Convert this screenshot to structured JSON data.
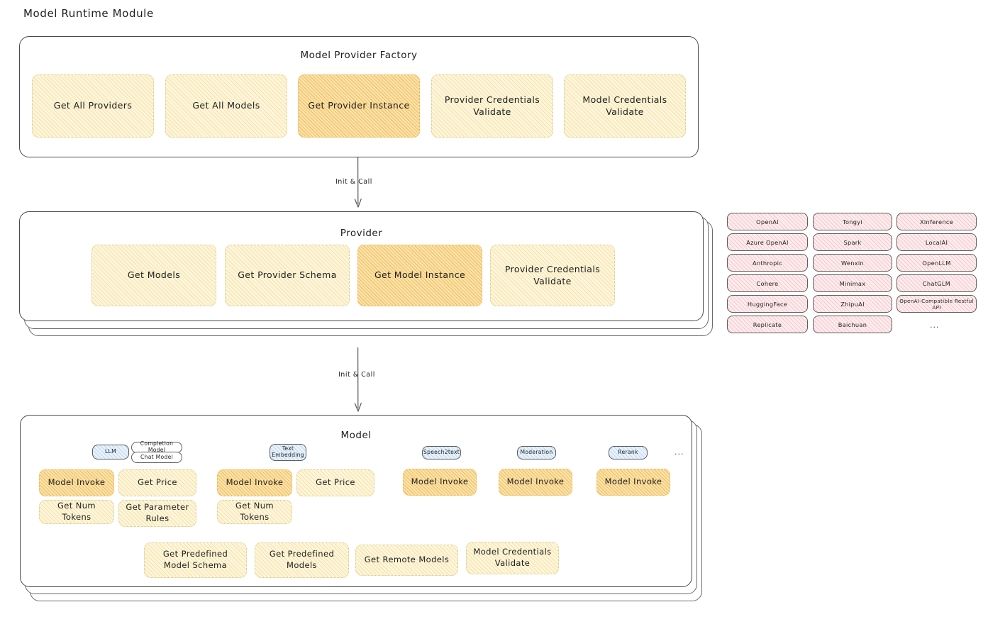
{
  "page": {
    "title": "Model Runtime Module"
  },
  "factory": {
    "title": "Model Provider Factory",
    "boxes": [
      {
        "label": "Get All Providers",
        "highlight": false
      },
      {
        "label": "Get All Models",
        "highlight": false
      },
      {
        "label": "Get Provider Instance",
        "highlight": true
      },
      {
        "label": "Provider Credentials Validate",
        "highlight": false
      },
      {
        "label": "Model Credentials Validate",
        "highlight": false
      }
    ]
  },
  "arrows": [
    {
      "label": "Init & Call"
    },
    {
      "label": "Init & Call"
    }
  ],
  "provider": {
    "title": "Provider",
    "boxes": [
      {
        "label": "Get Models",
        "highlight": false
      },
      {
        "label": "Get Provider Schema",
        "highlight": false
      },
      {
        "label": "Get Model Instance",
        "highlight": true
      },
      {
        "label": "Provider Credentials Validate",
        "highlight": false
      }
    ]
  },
  "provider_list": {
    "columns": [
      [
        "OpenAI",
        "Azure OpenAI",
        "Anthropic",
        "Cohere",
        "HuggingFace",
        "Replicate"
      ],
      [
        "Tongyi",
        "Spark",
        "Wenxin",
        "Minimax",
        "ZhipuAI",
        "Baichuan"
      ],
      [
        "Xinference",
        "LocalAI",
        "OpenLLM",
        "ChatGLM",
        "OpenAI-Compatible Restful API"
      ]
    ],
    "more": "..."
  },
  "model": {
    "title": "Model",
    "more": "...",
    "types": [
      {
        "badge": "LLM",
        "sub_badges": [
          "Completion Model",
          "Chat Model"
        ],
        "boxes": [
          {
            "label": "Model Invoke",
            "highlight": true
          },
          {
            "label": "Get Price",
            "highlight": false
          },
          {
            "label": "Get Num Tokens",
            "highlight": false
          },
          {
            "label": "Get Parameter Rules",
            "highlight": false
          }
        ]
      },
      {
        "badge": "Text Embedding",
        "sub_badges": [],
        "boxes": [
          {
            "label": "Model Invoke",
            "highlight": true
          },
          {
            "label": "Get Price",
            "highlight": false
          },
          {
            "label": "Get Num Tokens",
            "highlight": false
          }
        ]
      },
      {
        "badge": "Speech2text",
        "sub_badges": [],
        "boxes": [
          {
            "label": "Model Invoke",
            "highlight": true
          }
        ]
      },
      {
        "badge": "Moderation",
        "sub_badges": [],
        "boxes": [
          {
            "label": "Model Invoke",
            "highlight": true
          }
        ]
      },
      {
        "badge": "Rerank",
        "sub_badges": [],
        "boxes": [
          {
            "label": "Model Invoke",
            "highlight": true
          }
        ]
      }
    ],
    "common_boxes": [
      {
        "label": "Get Predefined Model Schema"
      },
      {
        "label": "Get Predefined Models"
      },
      {
        "label": "Get Remote Models"
      },
      {
        "label": "Model Credentials Validate"
      }
    ]
  },
  "colors": {
    "highlight_fill": "#fbe3ac",
    "normal_fill": "#fdf6dd",
    "chip_fill": "#fdeced",
    "badge_blue": "#e8f2fb",
    "stroke": "#1e1e1e"
  }
}
